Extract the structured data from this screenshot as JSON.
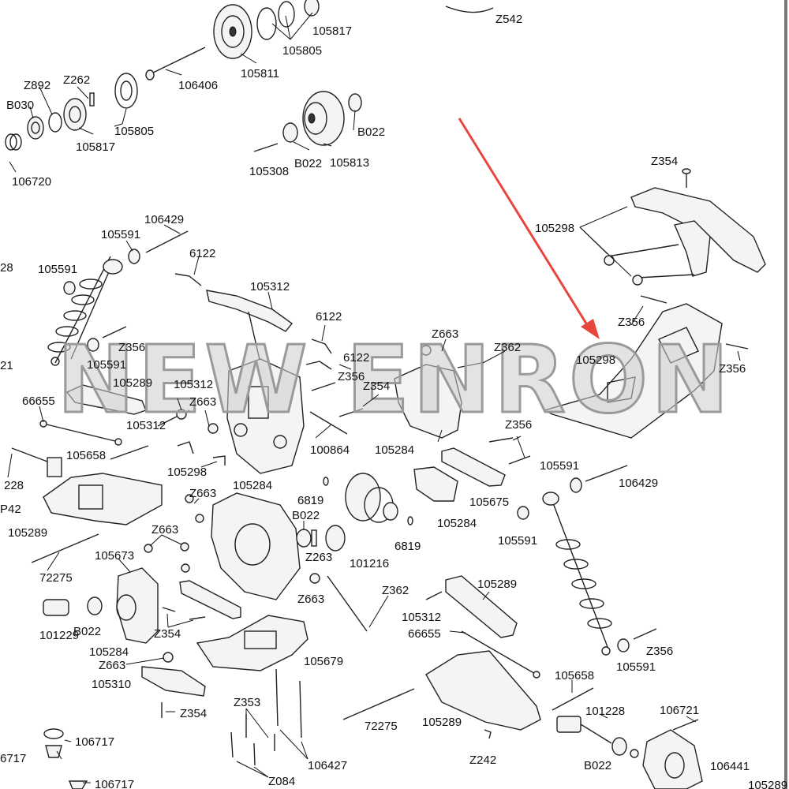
{
  "watermark": "NEW ENRON",
  "accent_arrow_color": "#e8453c",
  "labels": {
    "z542": "Z542",
    "p105817_top": "105817",
    "p105805_top": "105805",
    "p105811": "105811",
    "p106406": "106406",
    "z892": "Z892",
    "z262": "Z262",
    "b030": "B030",
    "p105805_left": "105805",
    "p105817_left": "105817",
    "p106720": "106720",
    "b022_top": "B022",
    "p105813": "105813",
    "b022_mid": "B022",
    "p105308": "105308",
    "z354_tr": "Z354",
    "p105298_tr": "105298",
    "z356_tr1": "Z356",
    "z356_tr2": "Z356",
    "p105298_plate": "105298",
    "p106429_top": "106429",
    "p105591_a": "105591",
    "p105591_b": "105591",
    "p6122_a": "6122",
    "p105312_top": "105312",
    "p6122_b": "6122",
    "p6122_c": "6122",
    "z356_a": "Z356",
    "p105591_c": "105591",
    "p105289_l": "105289",
    "p105312_l": "105312",
    "z663_a": "Z663",
    "z356_b": "Z356",
    "z354_a": "Z354",
    "z663_b": "Z663",
    "z362_a": "Z362",
    "p66655_l": "66655",
    "p105312_m": "105312",
    "p105658_l": "105658",
    "p100864": "100864",
    "p105284_a": "105284",
    "z356_c": "Z356",
    "p105298_m": "105298",
    "p228": "228",
    "p105284_b": "105284",
    "z663_c": "Z663",
    "p6819_a": "6819",
    "b022_m": "B022",
    "p105675": "105675",
    "p105284_c": "105284",
    "p105591_d": "105591",
    "p106429_r": "106429",
    "p105289_ll": "105289",
    "z663_d": "Z663",
    "z263": "Z263",
    "p6819_b": "6819",
    "p105591_e": "105591",
    "p101216": "101216",
    "p72275_l": "72275",
    "p105673": "105673",
    "z663_e": "Z663",
    "z362_b": "Z362",
    "p105289_r": "105289",
    "p101229": "101229",
    "b022_l": "B022",
    "z354_b": "Z354",
    "p105312_r": "105312",
    "p66655_r": "66655",
    "z356_d": "Z356",
    "p105284_d": "105284",
    "p105679": "105679",
    "p105591_f": "105591",
    "z663_f": "Z663",
    "p105310": "105310",
    "p105658_r": "105658",
    "z354_c": "Z354",
    "z353": "Z353",
    "p101228": "101228",
    "p106721": "106721",
    "p72275_r": "72275",
    "p105289_b": "105289",
    "p106717_a": "106717",
    "p106427": "106427",
    "z242": "Z242",
    "b022_b": "B022",
    "p106441": "106441",
    "p6717": "6717",
    "p106717_b": "106717",
    "z084": "Z084",
    "p105289_edge": "105289",
    "edge_28": "28",
    "edge_21": "21",
    "edge_p42": "P42"
  }
}
